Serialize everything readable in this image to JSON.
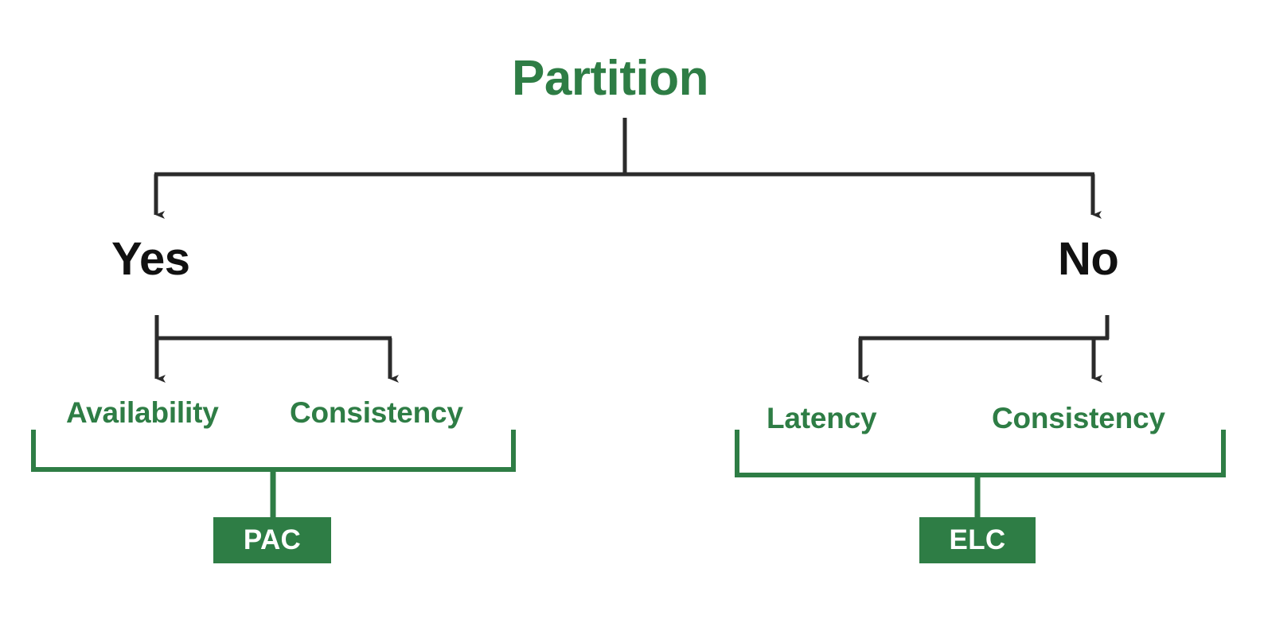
{
  "diagram": {
    "title_node": {
      "label": "Partition"
    },
    "branches": [
      {
        "id": "yes",
        "label": "Yes"
      },
      {
        "id": "no",
        "label": "No"
      }
    ],
    "leaves": [
      {
        "id": "availability",
        "label": "Availability",
        "branch": "yes"
      },
      {
        "id": "consistency-left",
        "label": "Consistency",
        "branch": "yes"
      },
      {
        "id": "latency",
        "label": "Latency",
        "branch": "no"
      },
      {
        "id": "consistency-right",
        "label": "Consistency",
        "branch": "no"
      }
    ],
    "outcomes": [
      {
        "id": "pac",
        "label": "PAC",
        "branch": "yes"
      },
      {
        "id": "elc",
        "label": "ELC",
        "branch": "no"
      }
    ],
    "colors": {
      "green": "#2E7D45",
      "dark": "#2B2B2B",
      "background": "#FFFFFF",
      "box_text": "#FFFFFF"
    }
  }
}
